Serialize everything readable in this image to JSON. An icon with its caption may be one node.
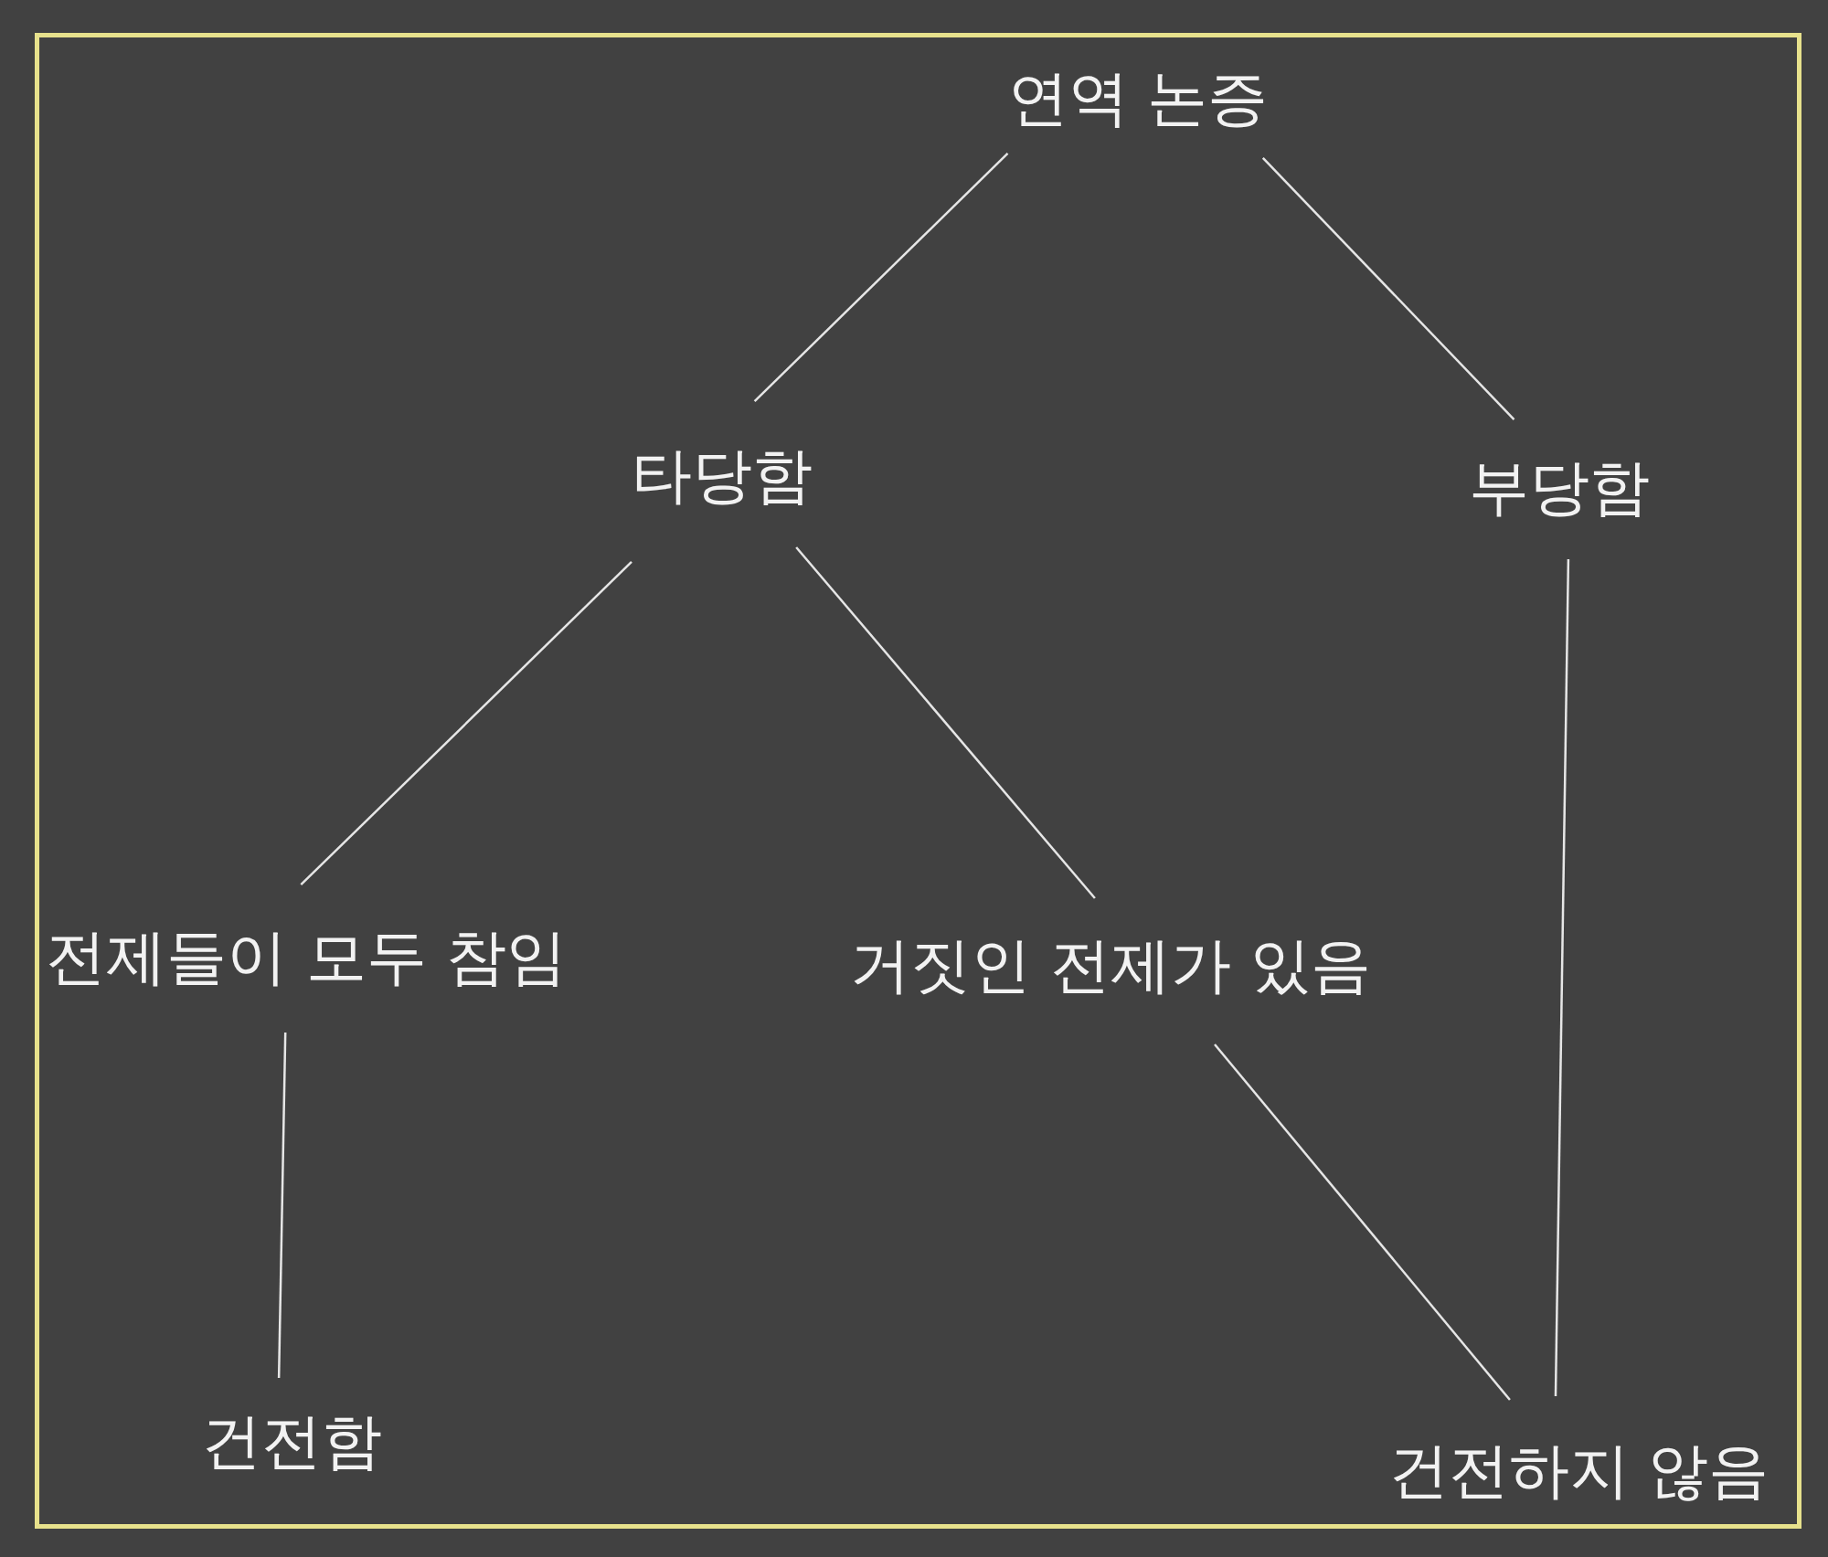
{
  "diagram": {
    "nodes": [
      {
        "text": [
          "연역 논증"
        ]
      },
      {
        "text": [
          "타당함"
        ]
      },
      {
        "text": [
          "부당함"
        ]
      },
      {
        "text": [
          "전제들이 모두 참임"
        ]
      },
      {
        "text": [
          "거짓인 전제가 있음"
        ]
      },
      {
        "text": [
          "건전함"
        ]
      },
      {
        "text": [
          "건전하지 않음"
        ]
      }
    ],
    "edges": [
      {
        "from": 0,
        "to": 1,
        "arrow": "none"
      },
      {
        "from": 0,
        "to": 2,
        "arrow": "none"
      },
      {
        "from": 1,
        "to": 3,
        "arrow": "none"
      },
      {
        "from": 1,
        "to": 4,
        "arrow": "none"
      },
      {
        "from": 3,
        "to": 5,
        "arrow": "none"
      },
      {
        "from": 4,
        "to": 6,
        "arrow": "none"
      },
      {
        "from": 2,
        "to": 6,
        "arrow": "none"
      }
    ]
  }
}
